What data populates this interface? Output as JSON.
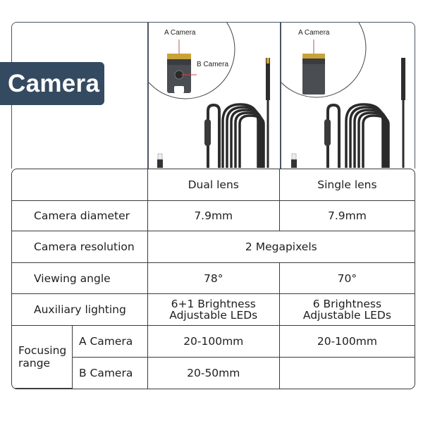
{
  "badge": {
    "title": "Camera",
    "color": "#344a60"
  },
  "images": {
    "dual": {
      "callout_a": "A Camera",
      "callout_b": "B Camera"
    },
    "single": {
      "callout_a": "A Camera"
    }
  },
  "table": {
    "columns": [
      "",
      "Dual lens",
      "Single lens"
    ],
    "rows": [
      {
        "label": "Camera diameter",
        "dual": "7.9mm",
        "single": "7.9mm"
      },
      {
        "label": "Camera resolution",
        "merged": "2 Megapixels"
      },
      {
        "label": "Viewing angle",
        "dual": "78°",
        "single": "70°"
      },
      {
        "label": "Auxiliary lighting",
        "dual_line1": "6+1 Brightness",
        "dual_line2": "Adjustable LEDs",
        "single_line1": "6 Brightness",
        "single_line2": "Adjustable LEDs"
      },
      {
        "group_label_line1": "Focusing",
        "group_label_line2": "range",
        "sub_a": "A Camera",
        "a_dual": "20-100mm",
        "a_single": "20-100mm",
        "sub_b": "B Camera",
        "b_dual": "20-50mm",
        "b_single": ""
      }
    ]
  }
}
